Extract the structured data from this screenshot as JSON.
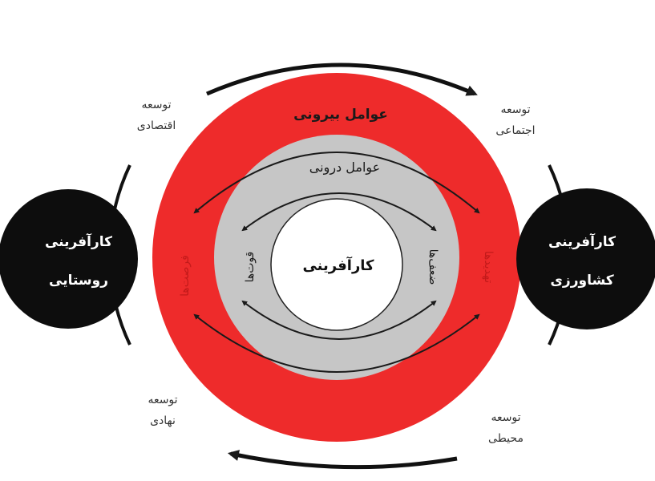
{
  "diagram": {
    "center": {
      "label": "کارآفرینی"
    },
    "rings": {
      "inner": {
        "title": "عوامل درونی",
        "left": "قوت‌ها",
        "right": "ضعف‌ها"
      },
      "outer": {
        "title": "عوامل بیرونی",
        "left": "فرصت‌ها",
        "right": "تهدیدها"
      }
    },
    "nodes": {
      "left": {
        "line1": "کارآفرینی",
        "line2": "روستایی"
      },
      "right": {
        "line1": "کارآفرینی",
        "line2": "کشاورزی"
      }
    },
    "corners": {
      "top_left": {
        "line1": "توسعه",
        "line2": "اقتصادی"
      },
      "top_right": {
        "line1": "توسعه",
        "line2": "اجتماعی"
      },
      "bottom_left": {
        "line1": "توسعه",
        "line2": "نهادی"
      },
      "bottom_right": {
        "line1": "توسعه",
        "line2": "محیطی"
      }
    },
    "colors": {
      "outer_ring": "#ee2b2b",
      "inner_ring": "#c6c6c6",
      "core": "#ffffff",
      "nodes": "#0d0d0d",
      "arrows": "#1a1a1a"
    }
  }
}
